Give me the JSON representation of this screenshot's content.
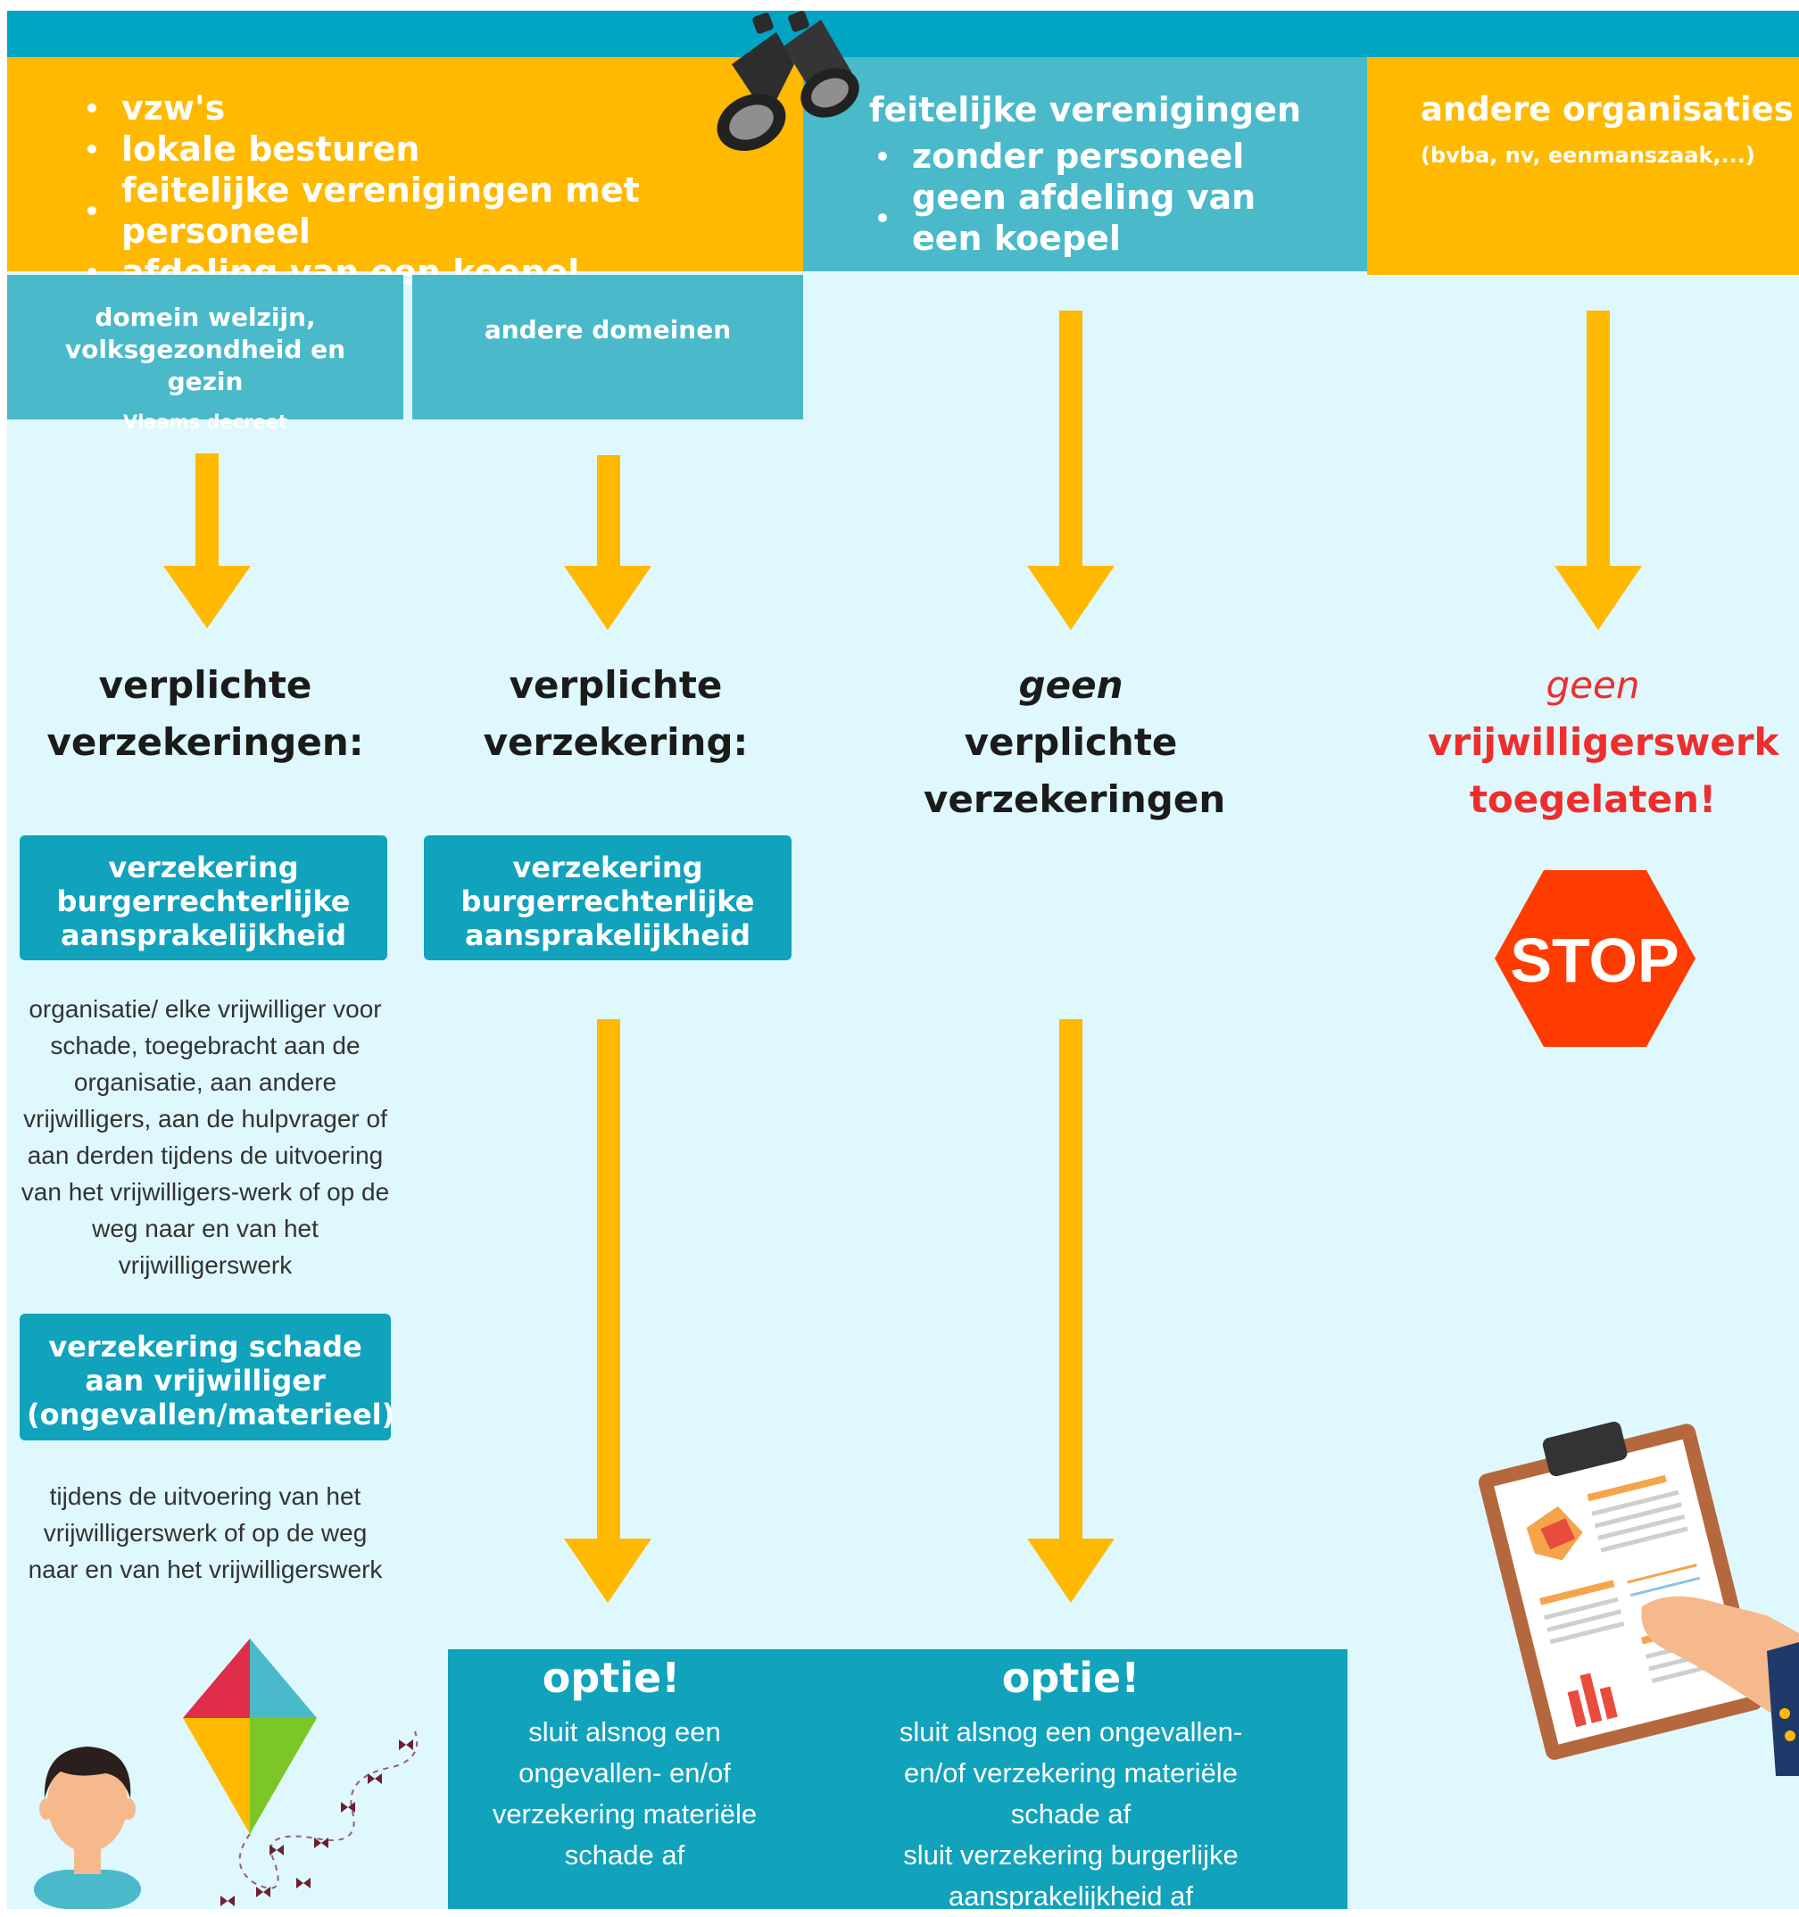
{
  "colors": {
    "top_bar": "#00a5c3",
    "orange": "#ffb900",
    "teal_header": "#4ab9c9",
    "background": "#def8fd",
    "badge": "#11a2bc",
    "arrow": "#ffb900",
    "red": "#ef2d2d",
    "stop": "#ff3c00",
    "option_box": "#11a2bc"
  },
  "header": {
    "col1": {
      "items": [
        "vzw's",
        "lokale besturen",
        "feitelijke verenigingen met personeel",
        "afdeling van een koepel"
      ]
    },
    "col2": {
      "title": "feitelijke verenigingen",
      "items": [
        "zonder personeel",
        "geen afdeling van een koepel"
      ]
    },
    "col3": {
      "title": "andere organisaties",
      "subtitle": "(bvba, nv, eenmanszaak,...)"
    }
  },
  "subheaders": {
    "a": {
      "title": "domein welzijn, volksgezondheid en gezin",
      "note": "Vlaams decreet"
    },
    "b": {
      "title": "andere domeinen"
    }
  },
  "results": {
    "col1": "verplichte verzekeringen:",
    "col2": "verplichte verzekering:",
    "col3_emph": "geen",
    "col3_rest": "verplichte verzekeringen",
    "col4_emph": "geen",
    "col4_rest": "vrijwilligerswerk toegelaten!"
  },
  "badges": {
    "liability1": "verzekering burgerrechterlijke aansprakelijkheid",
    "liability2": "verzekering burgerrechterlijke aansprakelijkheid",
    "damage": "verzekering schade aan vrijwilliger (ongevallen/materieel)"
  },
  "paragraphs": {
    "liability": "organisatie/ elke vrijwilliger voor schade, toegebracht aan de organisatie, aan andere vrijwilligers, aan de hulpvrager of aan derden tijdens de uitvoering van het vrijwilligers-werk of op de weg naar en van het vrijwilligerswerk",
    "damage": "tijdens de uitvoering van het vrijwilligerswerk of op de weg naar en van het vrijwilligerswerk"
  },
  "stop_sign": "STOP",
  "options": {
    "left": {
      "title": "optie!",
      "text": "sluit alsnog een ongevallen- en/of verzekering materiële schade af"
    },
    "right": {
      "title": "optie!",
      "text1": "sluit alsnog een ongevallen- en/of verzekering materiële schade af",
      "text2": "sluit verzekering burgerlijke aansprakelijkheid af"
    }
  },
  "icons": [
    "binoculars-icon",
    "stop-sign-icon",
    "clipboard-report-icon",
    "hand-icon",
    "kite-icon",
    "person-avatar-icon"
  ]
}
